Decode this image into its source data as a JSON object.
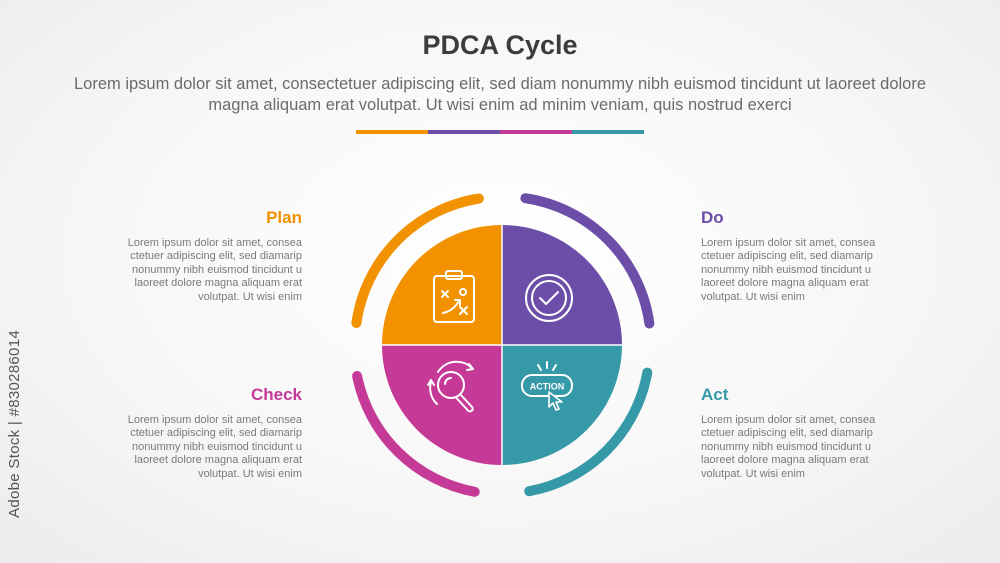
{
  "title": "PDCA Cycle",
  "subtitle": "Lorem ipsum dolor sit amet, consectetuer adipiscing elit, sed diam nonummy nibh euismod tincidunt ut laoreet dolore magna aliquam erat volutpat. Ut wisi enim ad minim veniam, quis nostrud exerci",
  "colors": {
    "plan": "#f39200",
    "do": "#6c4ea8",
    "check": "#c63a97",
    "act": "#3599a8"
  },
  "stages": {
    "plan": {
      "label": "Plan",
      "text": "Lorem ipsum dolor sit amet, consea ctetuer adipiscing elit, sed diamarip nonummy nibh euismod tincidunt u laoreet dolore magna aliquam erat volutpat. Ut wisi enim",
      "icon": "clipboard-strategy-icon"
    },
    "do": {
      "label": "Do",
      "text": "Lorem ipsum dolor sit amet, consea ctetuer adipiscing elit, sed diamarip nonummy nibh euismod tincidunt u laoreet dolore magna aliquam erat volutpat. Ut wisi enim",
      "icon": "checkmark-circle-icon"
    },
    "check": {
      "label": "Check",
      "text": "Lorem ipsum dolor sit amet, consea ctetuer adipiscing elit, sed diamarip nonummy nibh euismod tincidunt u laoreet dolore magna aliquam erat volutpat. Ut wisi enim",
      "icon": "magnifier-refresh-icon"
    },
    "act": {
      "label": "Act",
      "text": "Lorem ipsum dolor sit amet, consea ctetuer adipiscing elit, sed diamarip nonummy nibh euismod tincidunt u laoreet dolore magna aliquam erat volutpat. Ut wisi enim",
      "icon": "action-button-icon",
      "icon_text": "ACTION"
    }
  },
  "watermark": "Adobe Stock | #830286014"
}
